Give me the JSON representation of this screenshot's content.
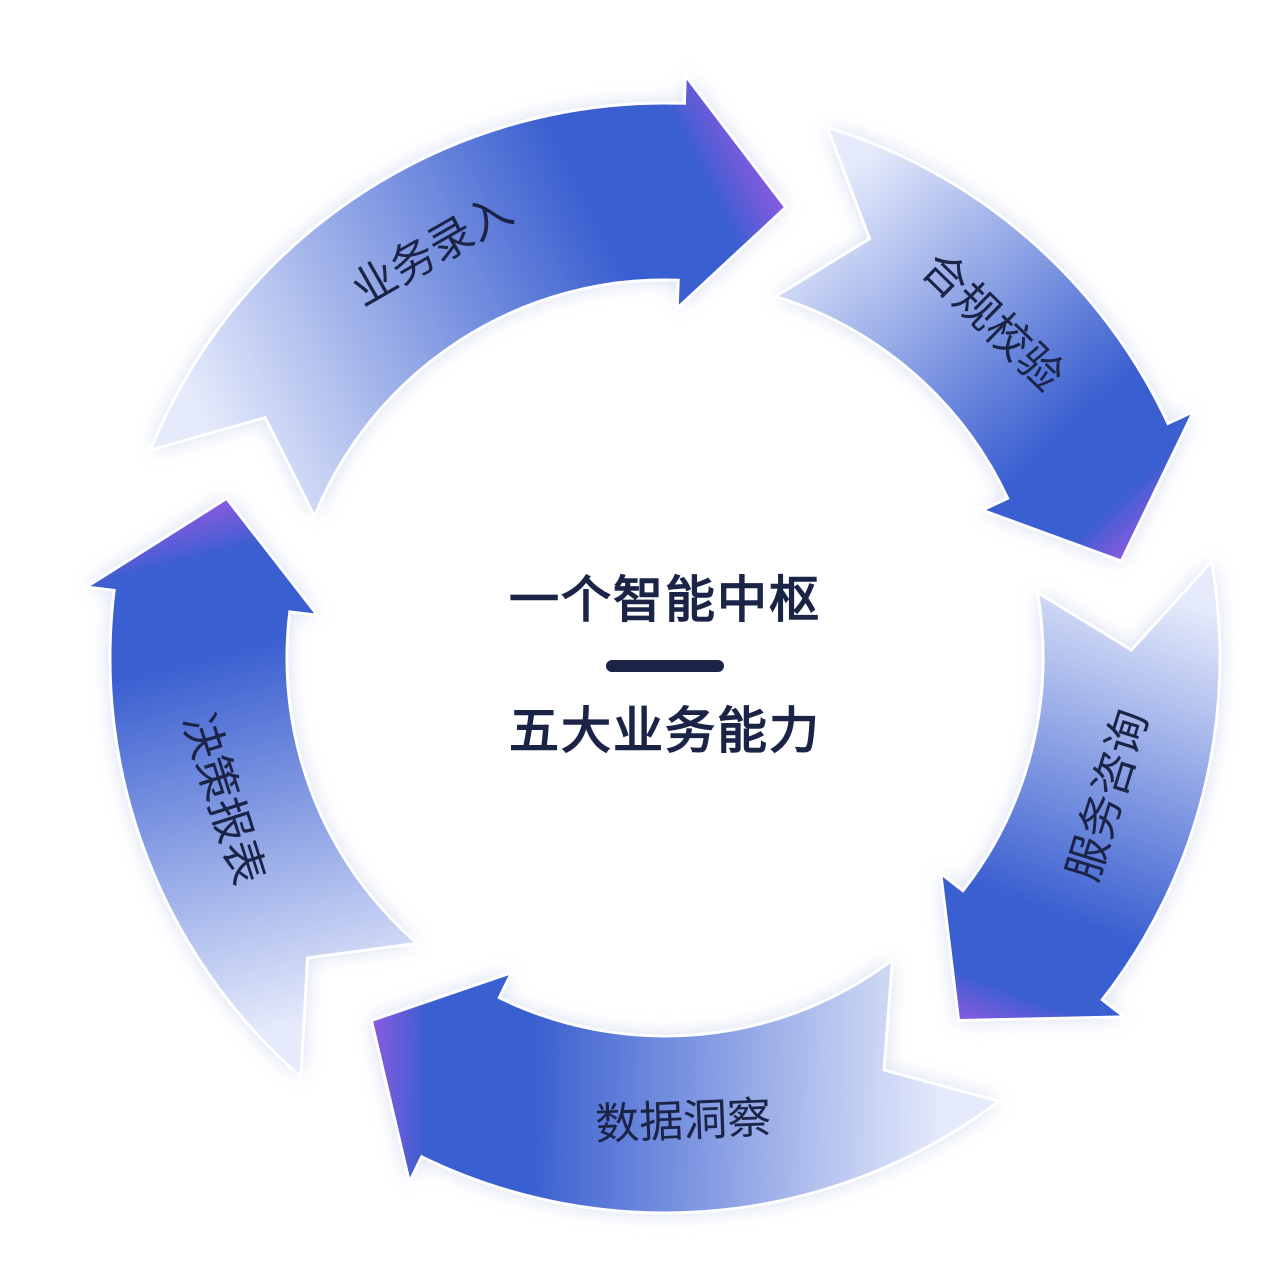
{
  "center": {
    "title": "一个智能中枢",
    "subtitle": "五大业务能力"
  },
  "segments": [
    {
      "label": "业务录入",
      "start": 292,
      "end": 375
    },
    {
      "label": "合规校验",
      "start": 17,
      "end": 78
    },
    {
      "label": "服务咨询",
      "start": 80,
      "end": 141
    },
    {
      "label": "数据洞察",
      "start": 143,
      "end": 219
    },
    {
      "label": "决策报表",
      "start": 221,
      "end": 290
    }
  ],
  "colors": {
    "head": "#3a5fd0",
    "tail": "#e6ebfb",
    "tip": "#8a5ae0",
    "text": "#1b2447"
  }
}
